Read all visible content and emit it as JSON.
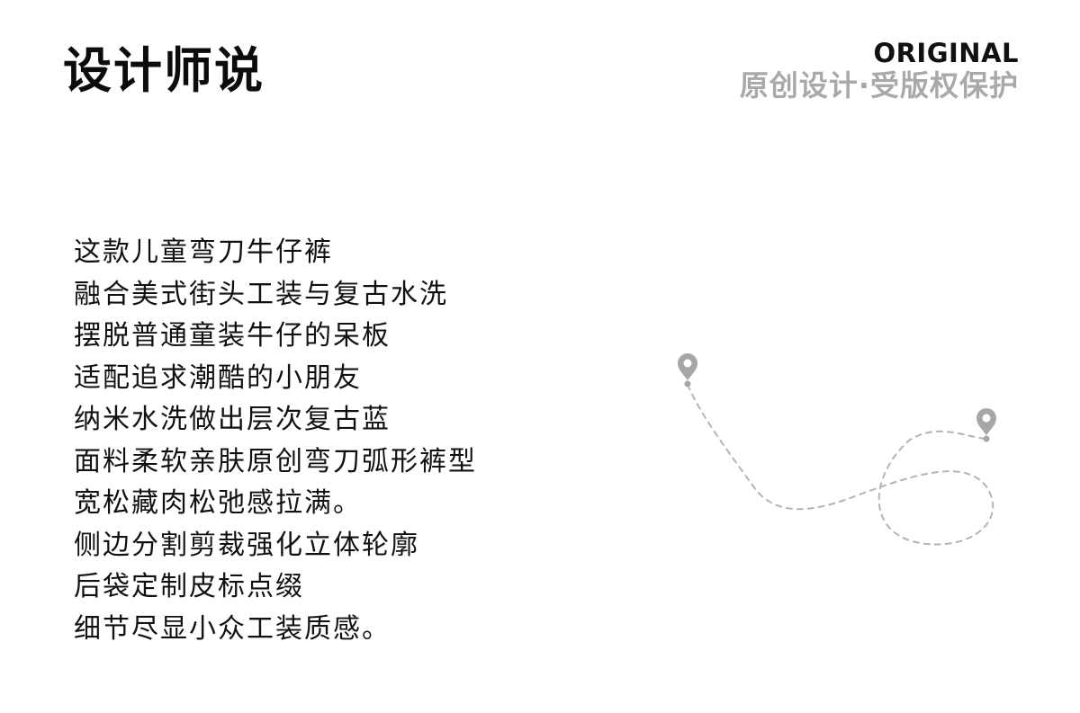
{
  "header": {
    "title": "设计师说",
    "brand_en": "ORIGINAL",
    "brand_cn": "原创设计·受版权保护"
  },
  "description": {
    "lines": [
      "这款儿童弯刀牛仔裤",
      "融合美式街头工装与复古水洗",
      "摆脱普通童装牛仔的呆板",
      "适配追求潮酷的小朋友",
      "纳米水洗做出层次复古蓝",
      "面料柔软亲肤原创弯刀弧形裤型",
      "宽松藏肉松弛感拉满。",
      "侧边分割剪裁强化立体轮廓",
      "后袋定制皮标点缀",
      "细节尽显小众工装质感。"
    ]
  },
  "illustration": {
    "pin_color": "#a6a6a6",
    "path_color": "#b4b4b4",
    "icons": [
      "location-pin-icon",
      "location-pin-icon"
    ]
  }
}
